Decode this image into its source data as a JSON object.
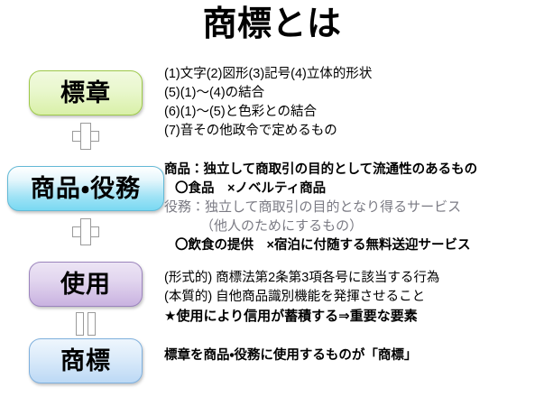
{
  "title": "商標とは",
  "boxes": [
    {
      "id": "hyosho",
      "label": "標章",
      "color": "#e9f7cd"
    },
    {
      "id": "shohin",
      "label": "商品・役務",
      "color": "#9ee2f5"
    },
    {
      "id": "shiyo",
      "label": "使用",
      "color": "#e2d6ef"
    },
    {
      "id": "shohyo",
      "label": "商標",
      "color": "#ddecfa"
    }
  ],
  "connectors": [
    {
      "id": "plus-1",
      "symbol": "+"
    },
    {
      "id": "plus-2",
      "symbol": "+"
    },
    {
      "id": "equals",
      "symbol": "="
    }
  ],
  "sections": {
    "hyosho": {
      "lines": [
        "(1)文字(2)図形(3)記号(4)立体的形状",
        "(5)(1)～(4)の結合",
        "(6)(1)～(5)と色彩との結合",
        "(7)音その他政令で定めるもの"
      ]
    },
    "shohin": {
      "lines": [
        "商品：独立して商取引の目的として流通性のあるもの",
        "〇食品　×ノベルティ商品",
        "役務：独立して商取引の目的となり得るサービス",
        "（他人のためにするもの）",
        "〇飲食の提供　×宿泊に付随する無料送迎サービス"
      ],
      "servicing_label": "役務："
    },
    "shiyo": {
      "lines": [
        "(形式的) 商標法第2条第3項各号に該当する行為",
        "(本質的) 自他商品識別機能を発揮させること",
        "★使用により信用が蓄積する⇒重要な要素"
      ]
    },
    "shohyo": {
      "lines": [
        "標章を商品・役務に使用するものが「商標」"
      ]
    }
  }
}
